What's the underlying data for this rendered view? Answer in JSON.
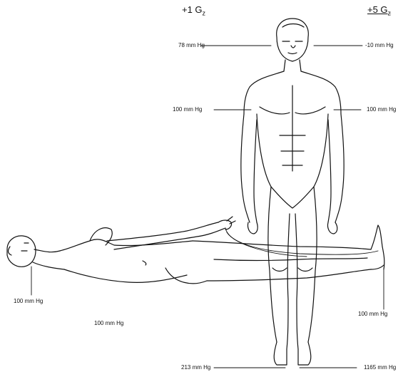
{
  "headers": {
    "left": {
      "main": "+1 G",
      "sub": "z"
    },
    "right": {
      "main": "+5 G",
      "sub": "z"
    }
  },
  "labels": {
    "head_1g": "78 mm Hg",
    "head_5g": "-10 mm Hg",
    "heart_1g": "100 mm Hg",
    "heart_5g": "100 mm Hg",
    "supine_head": "100 mm Hg",
    "supine_body": "100 mm Hg",
    "supine_feet": "100 mm Hg",
    "feet_1g": "213 mm Hg",
    "feet_5g": "1165 mm Hg"
  },
  "colors": {
    "ink": "#111111",
    "background": "#ffffff"
  }
}
